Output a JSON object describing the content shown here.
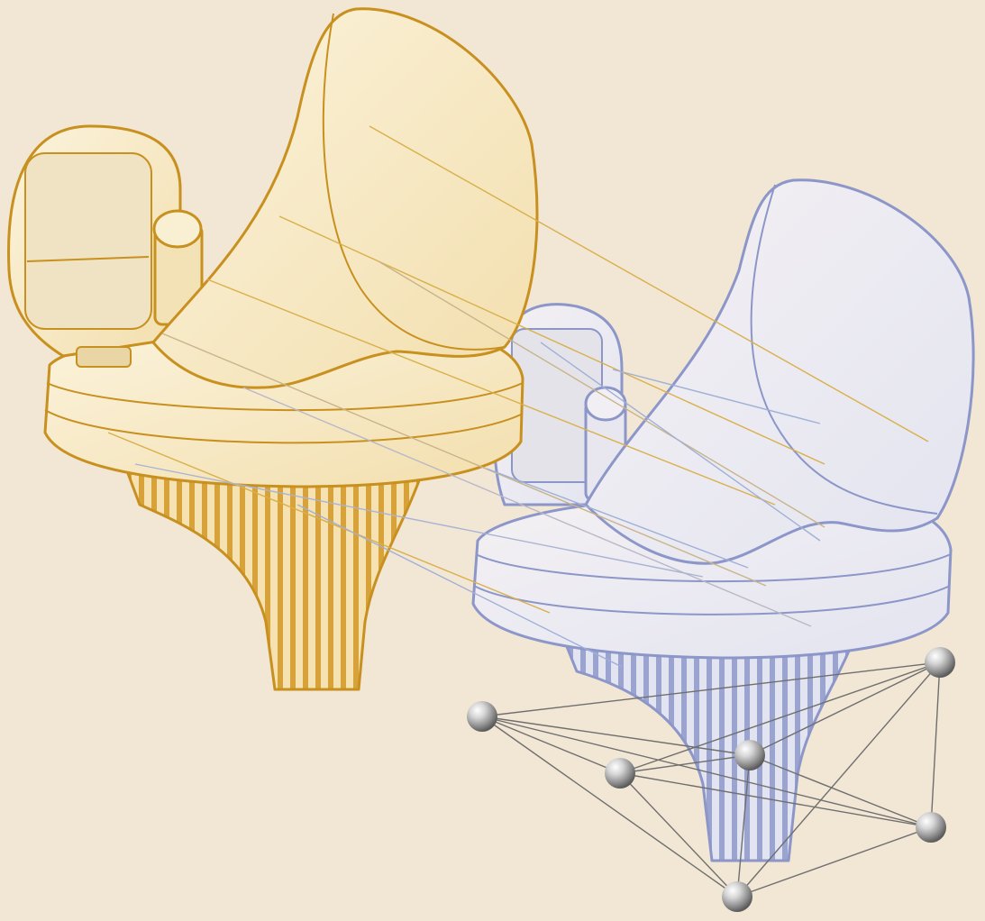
{
  "colors": {
    "background": "#f2e6d5",
    "gold_outline": "#c8901e",
    "gold_fill": "#f8eccb",
    "blue_outline": "#8c96c8",
    "blue_fill": "#eeebf0",
    "gold_line": "#d9b04a",
    "blue_line": "#9fb0d6",
    "network_line": "#6f6f6f",
    "sphere_light": "#f4f4f4",
    "sphere_dark": "#7c7c7c"
  },
  "icons": [
    "knee-implant-gold",
    "knee-implant-blue",
    "molecule-network"
  ],
  "network": {
    "nodes": 6,
    "edges": [
      [
        0,
        1
      ],
      [
        0,
        2
      ],
      [
        0,
        3
      ],
      [
        0,
        4
      ],
      [
        0,
        5
      ],
      [
        1,
        2
      ],
      [
        1,
        3
      ],
      [
        1,
        4
      ],
      [
        1,
        5
      ],
      [
        2,
        3
      ],
      [
        2,
        4
      ],
      [
        2,
        5
      ],
      [
        3,
        4
      ],
      [
        3,
        5
      ],
      [
        4,
        5
      ]
    ]
  }
}
